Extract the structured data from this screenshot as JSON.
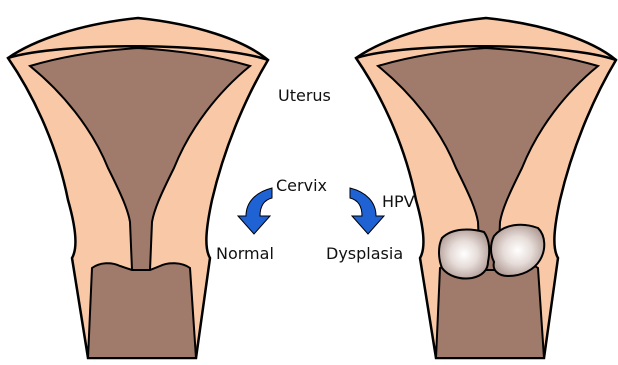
{
  "labels": {
    "uterus": "Uterus",
    "cervix": "Cervix",
    "hpv": "HPV",
    "normal": "Normal",
    "dysplasia": "Dysplasia"
  },
  "colors": {
    "tissue": "#f9c8a6",
    "cavity": "#a07a6b",
    "lesion": "#c9b9b3",
    "arrow": "#1f62d4",
    "outline": "#000000"
  }
}
